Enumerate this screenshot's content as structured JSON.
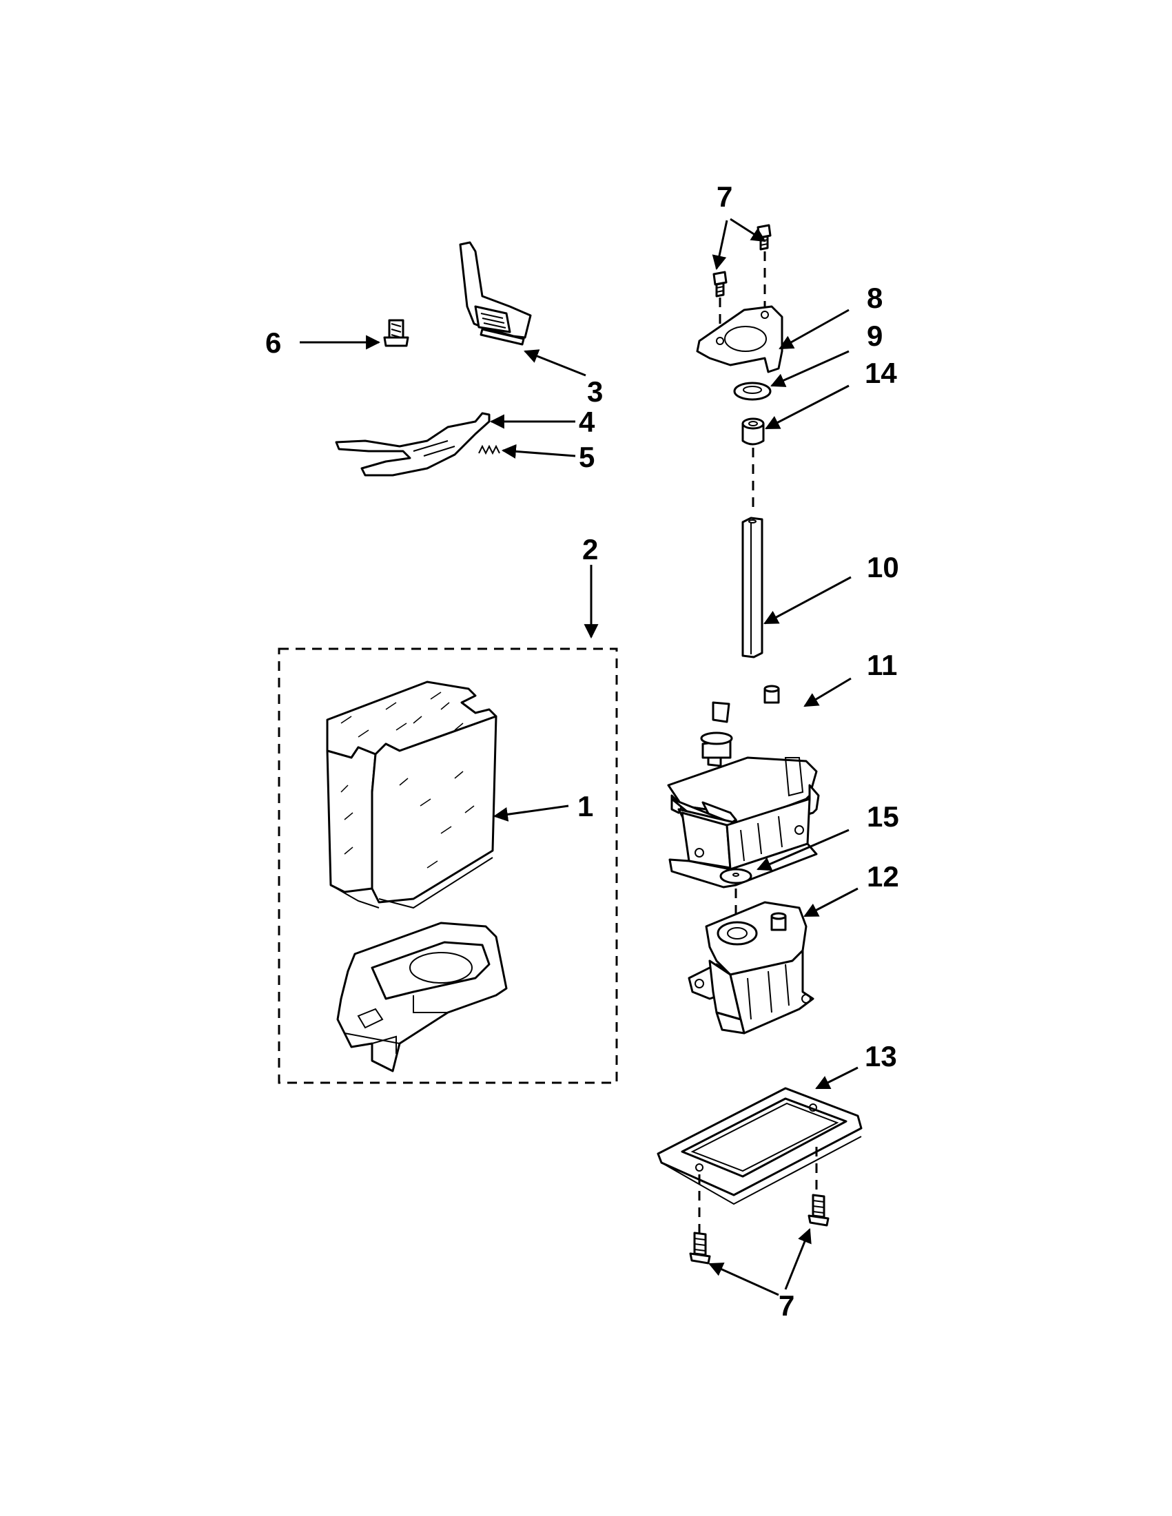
{
  "diagram": {
    "callouts": {
      "c1": "1",
      "c2": "2",
      "c3": "3",
      "c4": "4",
      "c5": "5",
      "c6": "6",
      "c7_top": "7",
      "c7_bottom": "7",
      "c8": "8",
      "c9": "9",
      "c10": "10",
      "c11": "11",
      "c12": "12",
      "c13": "13",
      "c14": "14",
      "c15": "15"
    }
  }
}
